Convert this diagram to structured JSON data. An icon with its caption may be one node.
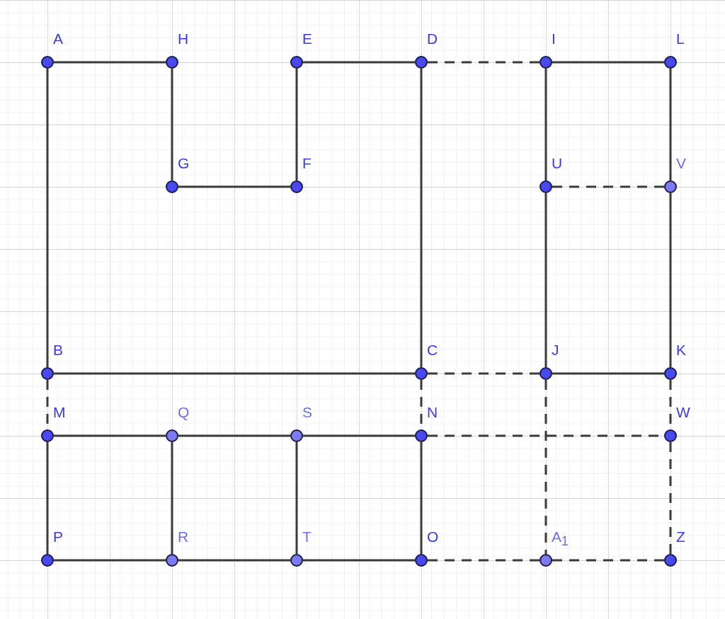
{
  "diagram": {
    "nodes": [
      {
        "text": [],
        "shape": "circle",
        "beside": [
          "A"
        ]
      },
      {
        "text": [],
        "shape": "circle",
        "beside": [
          "H"
        ]
      },
      {
        "text": [],
        "shape": "circle",
        "beside": [
          "E"
        ]
      },
      {
        "text": [],
        "shape": "circle",
        "beside": [
          "D"
        ]
      },
      {
        "text": [],
        "shape": "circle",
        "beside": [
          "I"
        ]
      },
      {
        "text": [],
        "shape": "circle",
        "beside": [
          "L"
        ]
      },
      {
        "text": [],
        "shape": "circle",
        "beside": [
          "G"
        ]
      },
      {
        "text": [],
        "shape": "circle",
        "beside": [
          "F"
        ]
      },
      {
        "text": [],
        "shape": "circle",
        "beside": [
          "U"
        ]
      },
      {
        "text": [],
        "shape": "circle",
        "beside": [
          "V"
        ]
      },
      {
        "text": [],
        "shape": "circle",
        "beside": [
          "B"
        ]
      },
      {
        "text": [],
        "shape": "circle",
        "beside": [
          "C"
        ]
      },
      {
        "text": [],
        "shape": "circle",
        "beside": [
          "J"
        ]
      },
      {
        "text": [],
        "shape": "circle",
        "beside": [
          "K"
        ]
      },
      {
        "text": [],
        "shape": "circle",
        "beside": [
          "M"
        ]
      },
      {
        "text": [],
        "shape": "circle",
        "beside": [
          "Q"
        ]
      },
      {
        "text": [],
        "shape": "circle",
        "beside": [
          "S"
        ]
      },
      {
        "text": [],
        "shape": "circle",
        "beside": [
          "N"
        ]
      },
      {
        "text": [],
        "shape": "circle",
        "beside": [
          "W"
        ]
      },
      {
        "text": [],
        "shape": "circle",
        "beside": [
          "P"
        ]
      },
      {
        "text": [],
        "shape": "circle",
        "beside": [
          "R"
        ]
      },
      {
        "text": [],
        "shape": "circle",
        "beside": [
          "T"
        ]
      },
      {
        "text": [],
        "shape": "circle",
        "beside": [
          "O"
        ]
      },
      {
        "text": [],
        "shape": "circle",
        "beside": [
          "A$_{1}$"
        ]
      },
      {
        "text": [],
        "shape": "circle",
        "beside": [
          "Z"
        ]
      }
    ],
    "edges": [
      {
        "from": 0,
        "to": 1,
        "arrow": "none"
      },
      {
        "from": 1,
        "to": 6,
        "arrow": "none"
      },
      {
        "from": 6,
        "to": 7,
        "arrow": "none"
      },
      {
        "from": 7,
        "to": 2,
        "arrow": "none"
      },
      {
        "from": 2,
        "to": 3,
        "arrow": "none"
      },
      {
        "from": 3,
        "to": 11,
        "arrow": "none"
      },
      {
        "from": 0,
        "to": 10,
        "arrow": "none"
      },
      {
        "from": 10,
        "to": 11,
        "arrow": "none"
      },
      {
        "from": 4,
        "to": 5,
        "arrow": "none"
      },
      {
        "from": 4,
        "to": 8,
        "arrow": "none"
      },
      {
        "from": 8,
        "to": 12,
        "arrow": "none"
      },
      {
        "from": 5,
        "to": 9,
        "arrow": "none"
      },
      {
        "from": 9,
        "to": 13,
        "arrow": "none"
      },
      {
        "from": 12,
        "to": 13,
        "arrow": "none"
      },
      {
        "from": 14,
        "to": 15,
        "arrow": "none"
      },
      {
        "from": 15,
        "to": 16,
        "arrow": "none"
      },
      {
        "from": 16,
        "to": 17,
        "arrow": "none"
      },
      {
        "from": 14,
        "to": 19,
        "arrow": "none"
      },
      {
        "from": 15,
        "to": 20,
        "arrow": "none"
      },
      {
        "from": 16,
        "to": 21,
        "arrow": "none"
      },
      {
        "from": 17,
        "to": 22,
        "arrow": "none"
      },
      {
        "from": 19,
        "to": 20,
        "arrow": "none"
      },
      {
        "from": 20,
        "to": 21,
        "arrow": "none"
      },
      {
        "from": 21,
        "to": 22,
        "arrow": "none"
      },
      {
        "from": 3,
        "to": 4,
        "arrow": "none",
        "style": "dashed"
      },
      {
        "from": 8,
        "to": 9,
        "arrow": "none",
        "style": "dashed"
      },
      {
        "from": 11,
        "to": 12,
        "arrow": "none",
        "style": "dashed"
      },
      {
        "from": 17,
        "to": 18,
        "arrow": "none",
        "style": "dashed"
      },
      {
        "from": 22,
        "to": 23,
        "arrow": "none",
        "style": "dashed"
      },
      {
        "from": 23,
        "to": 24,
        "arrow": "none",
        "style": "dashed"
      },
      {
        "from": 12,
        "to": 23,
        "arrow": "none",
        "style": "dashed"
      },
      {
        "from": 13,
        "to": 18,
        "arrow": "none",
        "style": "dashed"
      },
      {
        "from": 18,
        "to": 24,
        "arrow": "none",
        "style": "dashed"
      },
      {
        "from": 10,
        "to": 14,
        "arrow": "none",
        "style": "dashed"
      },
      {
        "from": 11,
        "to": 17,
        "arrow": "none",
        "style": "dashed"
      }
    ]
  }
}
